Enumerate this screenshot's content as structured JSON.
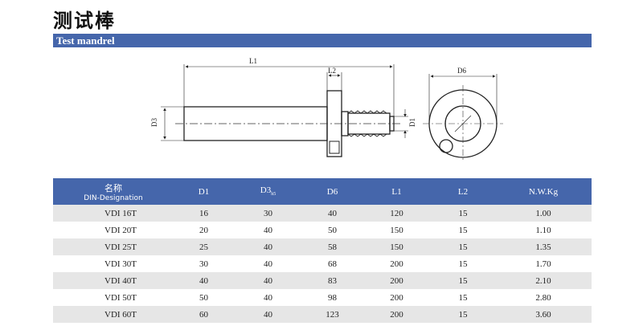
{
  "page_title": "测试棒",
  "section_title": "Test mandrel",
  "drawing_labels": {
    "l1": "L1",
    "l2": "L2",
    "d3": "D3",
    "d1": "D1",
    "d6": "D6"
  },
  "table": {
    "name_header_cn": "名称",
    "name_header_en": "DIN-Designation",
    "headers": [
      "D1",
      "D3",
      "D6",
      "L1",
      "L2",
      "N.W.Kg"
    ],
    "d3_suffix": "h5",
    "rows": [
      {
        "name": "VDI 16T",
        "d1": "16",
        "d3": "30",
        "d6": "40",
        "l1": "120",
        "l2": "15",
        "nw": "1.00"
      },
      {
        "name": "VDI 20T",
        "d1": "20",
        "d3": "40",
        "d6": "50",
        "l1": "150",
        "l2": "15",
        "nw": "1.10"
      },
      {
        "name": "VDI 25T",
        "d1": "25",
        "d3": "40",
        "d6": "58",
        "l1": "150",
        "l2": "15",
        "nw": "1.35"
      },
      {
        "name": "VDI 30T",
        "d1": "30",
        "d3": "40",
        "d6": "68",
        "l1": "200",
        "l2": "15",
        "nw": "1.70"
      },
      {
        "name": "VDI 40T",
        "d1": "40",
        "d3": "40",
        "d6": "83",
        "l1": "200",
        "l2": "15",
        "nw": "2.10"
      },
      {
        "name": "VDI 50T",
        "d1": "50",
        "d3": "40",
        "d6": "98",
        "l1": "200",
        "l2": "15",
        "nw": "2.80"
      },
      {
        "name": "VDI 60T",
        "d1": "60",
        "d3": "40",
        "d6": "123",
        "l1": "200",
        "l2": "15",
        "nw": "3.60"
      }
    ]
  },
  "colors": {
    "band": "#4566ab",
    "row_alt": "#e6e6e6"
  }
}
